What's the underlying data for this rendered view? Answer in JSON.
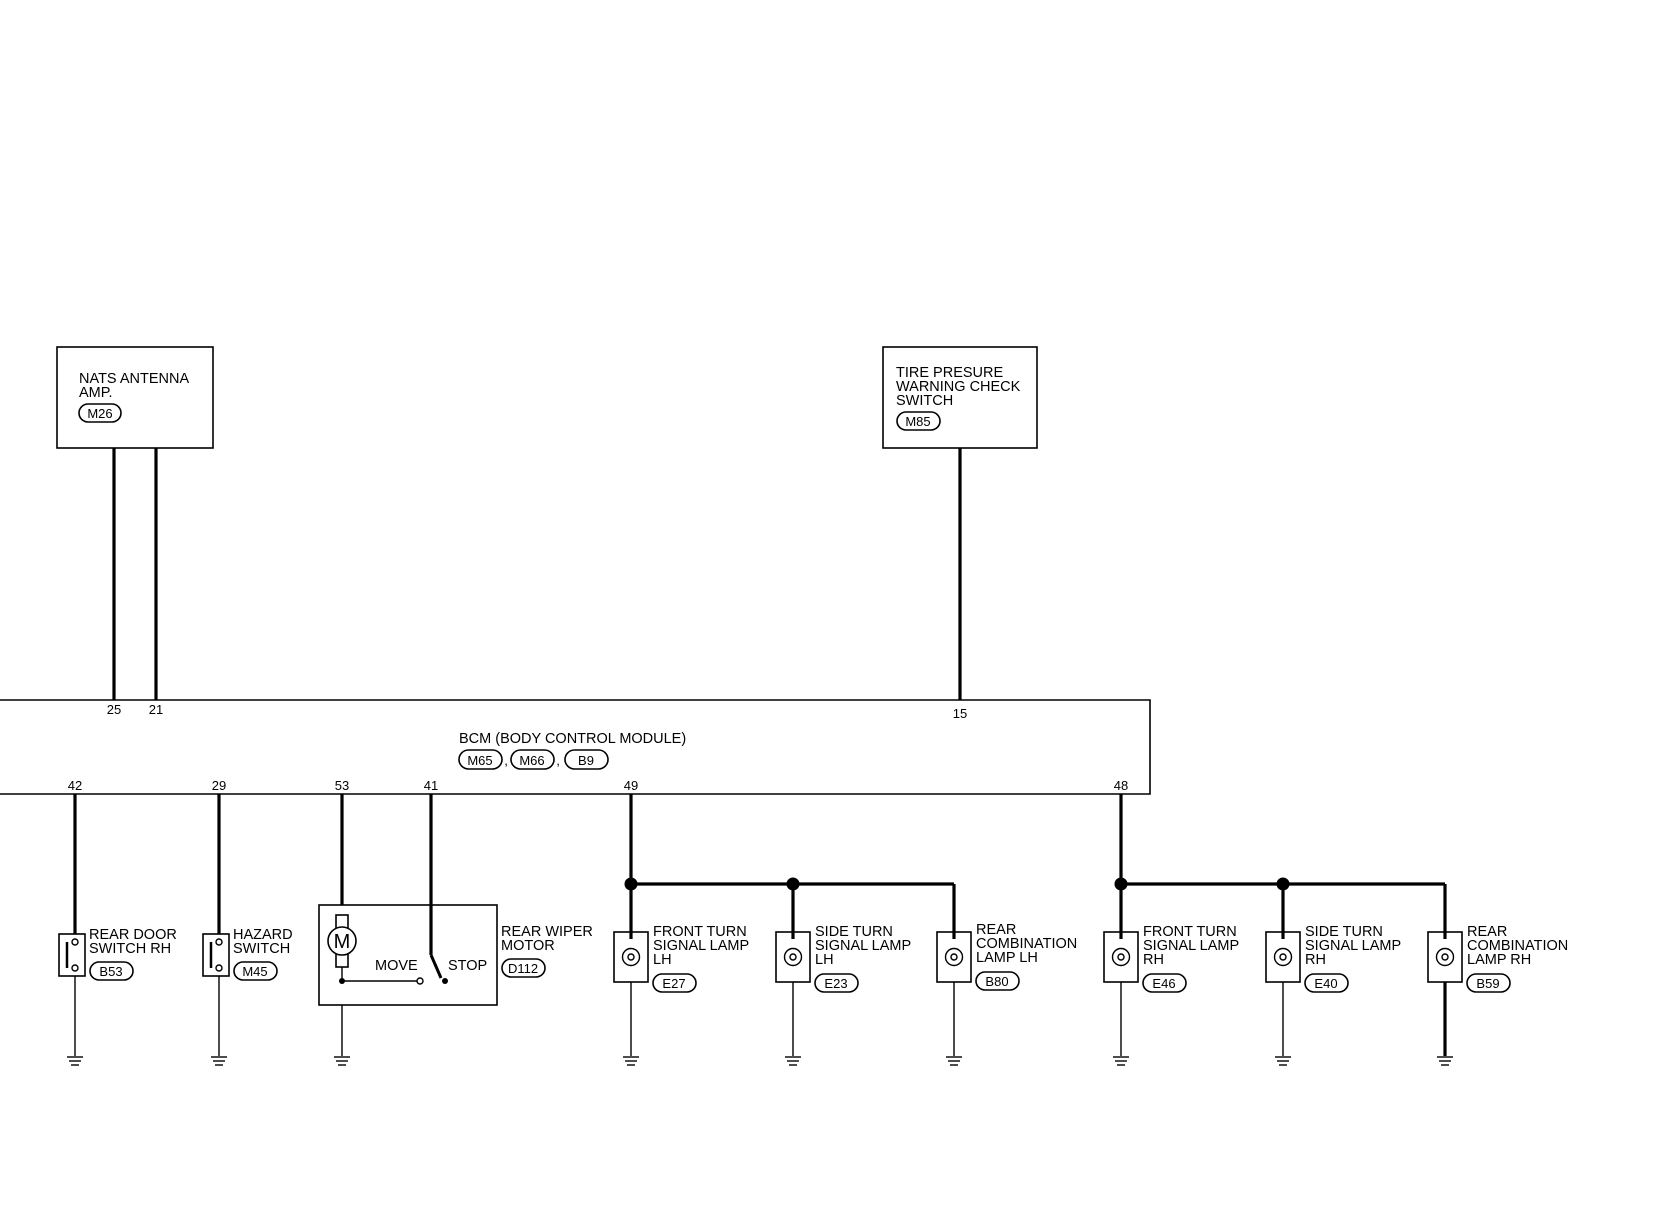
{
  "nats": {
    "line1": "NATS ANTENNA",
    "line2": "AMP.",
    "connector": "M26"
  },
  "tire": {
    "line1": "TIRE PRESURE",
    "line2": "WARNING CHECK",
    "line3": "SWITCH",
    "connector": "M85"
  },
  "bcm": {
    "title": "BCM (BODY CONTROL MODULE)",
    "connectors": [
      "M65",
      "M66",
      "B9"
    ],
    "separator": ","
  },
  "pins": {
    "p25": "25",
    "p21": "21",
    "p15": "15",
    "p42": "42",
    "p29": "29",
    "p53": "53",
    "p41": "41",
    "p49": "49",
    "p48": "48"
  },
  "rear_door_switch": {
    "line1": "REAR DOOR",
    "line2": "SWITCH RH",
    "connector": "B53"
  },
  "hazard_switch": {
    "line1": "HAZARD",
    "line2": "SWITCH",
    "connector": "M45"
  },
  "rear_wiper_motor": {
    "line1": "REAR WIPER",
    "line2": "MOTOR",
    "connector": "D112",
    "motor_symbol": "M",
    "move_label": "MOVE",
    "stop_label": "STOP"
  },
  "front_turn_lh": {
    "line1": "FRONT TURN",
    "line2": "SIGNAL LAMP",
    "line3": "LH",
    "connector": "E27"
  },
  "side_turn_lh": {
    "line1": "SIDE TURN",
    "line2": "SIGNAL LAMP",
    "line3": "LH",
    "connector": "E23"
  },
  "rear_comb_lh": {
    "line1": "REAR",
    "line2": "COMBINATION",
    "line3": "LAMP LH",
    "connector": "B80"
  },
  "front_turn_rh": {
    "line1": "FRONT TURN",
    "line2": "SIGNAL LAMP",
    "line3": "RH",
    "connector": "E46"
  },
  "side_turn_rh": {
    "line1": "SIDE TURN",
    "line2": "SIGNAL LAMP",
    "line3": "RH",
    "connector": "E40"
  },
  "rear_comb_rh": {
    "line1": "REAR",
    "line2": "COMBINATION",
    "line3": "LAMP RH",
    "connector": "B59"
  }
}
